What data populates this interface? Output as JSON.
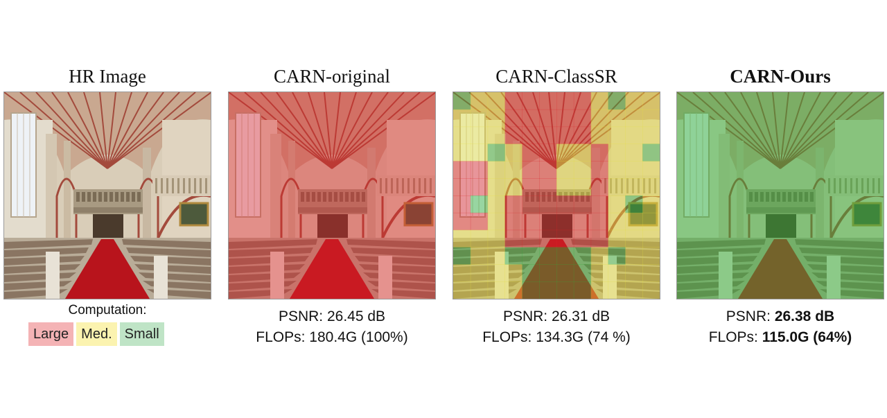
{
  "panels": [
    {
      "title": "HR Image",
      "overlay": "none"
    },
    {
      "title": "CARN-original",
      "overlay": "large",
      "psnr_label": "PSNR:",
      "psnr_value": "26.45 dB",
      "flops_label": "FLOPs:",
      "flops_value": "180.4G (100%)"
    },
    {
      "title": "CARN-ClassSR",
      "overlay": "mixed",
      "psnr_label": "PSNR:",
      "psnr_value": "26.31 dB",
      "flops_label": "FLOPs:",
      "flops_value": "134.3G (74 %)"
    },
    {
      "title": "CARN-Ours",
      "overlay": "small",
      "psnr_label": "PSNR:",
      "psnr_value": "26.38 dB",
      "flops_label": "FLOPs:",
      "flops_value": "115.0G (64%)"
    }
  ],
  "legend": {
    "title": "Computation:",
    "items": [
      {
        "label": "Large",
        "color": "#f4b3b5"
      },
      {
        "label": "Med.",
        "color": "#fbf3b0"
      },
      {
        "label": "Small",
        "color": "#bfe4c6"
      }
    ]
  },
  "overlay_colors": {
    "large": "#e0242a",
    "medium": "#e6e03c",
    "small": "#2fb13a"
  }
}
